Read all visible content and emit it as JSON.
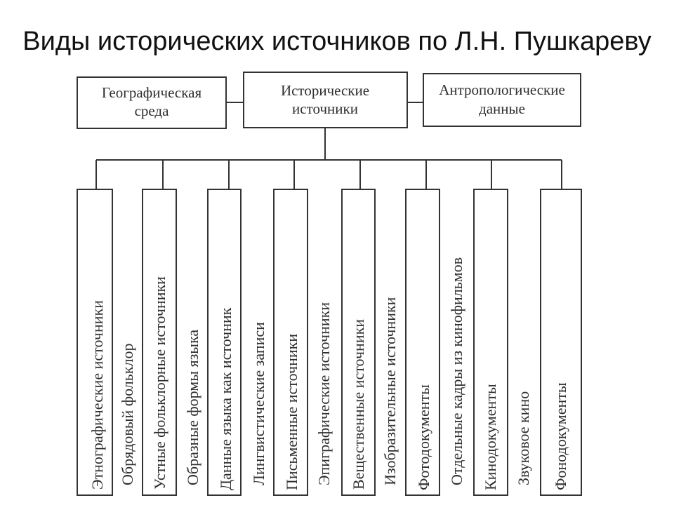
{
  "title": "Виды исторических источников по Л.Н. Пушкареву",
  "diagram": {
    "top_boxes": {
      "left": {
        "lines": [
          "Географическая",
          "среда"
        ]
      },
      "center": {
        "lines": [
          "Исторические",
          "источники"
        ]
      },
      "right": {
        "lines": [
          "Антропологические",
          "данные"
        ]
      }
    },
    "source_boxes": [
      "Этнографические источники",
      "Устные фольклорные источники",
      "Данные языка как источник",
      "Письменные источники",
      "Вещественные источники",
      "Фотодокументы",
      "Кинодокументы",
      "Фонодокументы"
    ],
    "between_labels": [
      "Обрядовый фольклор",
      "Образные формы языка",
      "Лингвистические записи",
      "Эпиграфические источники",
      "Изобразительные источники",
      "Отдельные кадры из кинофильмов",
      "Звуковое кино"
    ]
  }
}
